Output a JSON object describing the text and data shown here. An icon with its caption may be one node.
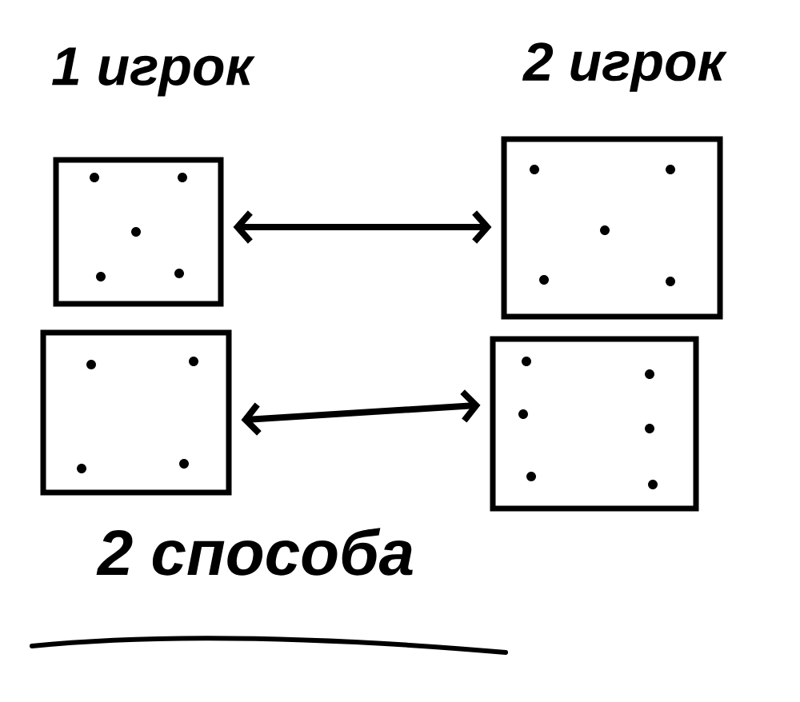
{
  "diagram": {
    "nodes": [
      {
        "text": [],
        "shape": "box"
      },
      {
        "text": [],
        "shape": "box"
      },
      {
        "text": [],
        "shape": "box"
      },
      {
        "text": [],
        "shape": "box"
      }
    ],
    "edges": [
      {
        "from": 0,
        "to": 1,
        "arrow": "both"
      },
      {
        "from": 2,
        "to": 3,
        "arrow": "both"
      }
    ],
    "labels": [
      "1 игрок",
      "2 игрок",
      "2 способа"
    ]
  }
}
